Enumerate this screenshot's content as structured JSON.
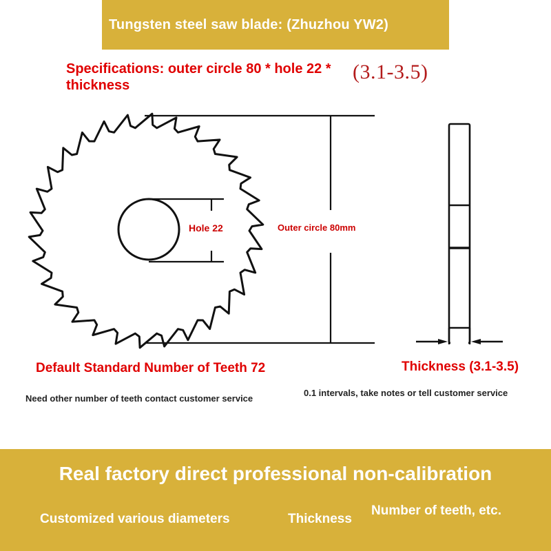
{
  "header": {
    "title": "Tungsten steel saw blade: (Zhuzhou YW2)"
  },
  "specifications": {
    "text": "Specifications: outer circle 80 * hole 22 * thickness",
    "range": "(3.1-3.5)"
  },
  "diagram": {
    "hole_label": "Hole 22",
    "outer_label": "Outer circle 80mm",
    "teeth_label": "Default Standard Number of Teeth 72",
    "thickness_label": "Thickness (3.1-3.5)",
    "teeth_note": "Need other number of teeth contact customer service",
    "thickness_note": "0.1 intervals, take notes or tell customer service"
  },
  "footer": {
    "title": "Real factory direct professional non-calibration",
    "features": [
      "Customized various diameters",
      "Thickness",
      "Number of teeth, etc."
    ]
  },
  "colors": {
    "banner": "#d8b13a",
    "accent_red": "#e00000",
    "text_white": "#ffffff"
  }
}
